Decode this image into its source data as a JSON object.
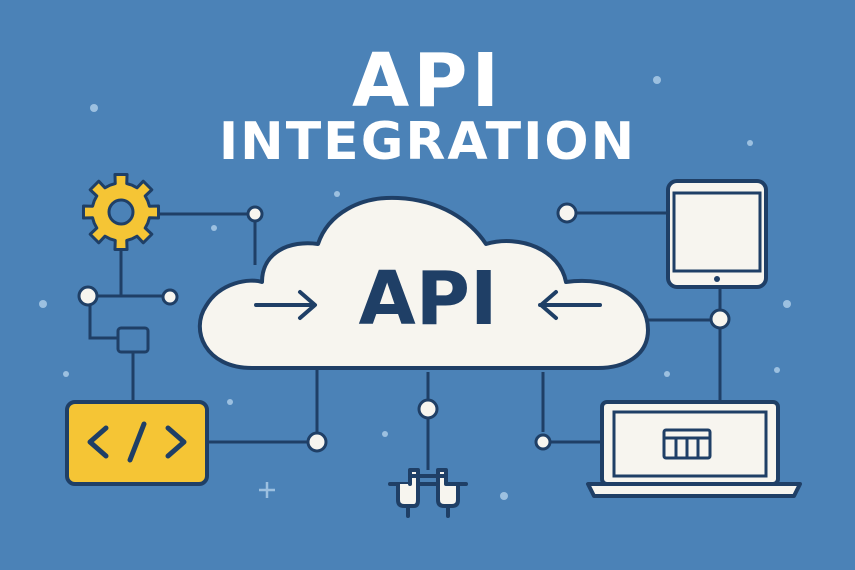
{
  "header": {
    "title_line1": "API",
    "title_line2": "INTEGRATION"
  },
  "cloud": {
    "label": "API"
  },
  "colors": {
    "background": "#4b82b7",
    "outline": "#1f3f66",
    "cloud_fill": "#f7f5ef",
    "accent_yellow": "#f5c535",
    "text_white": "#ffffff"
  },
  "icons": [
    "gear-icon",
    "code-icon",
    "plug-icon",
    "smartphone-icon",
    "laptop-icon",
    "arrow-right-icon",
    "arrow-left-icon"
  ]
}
